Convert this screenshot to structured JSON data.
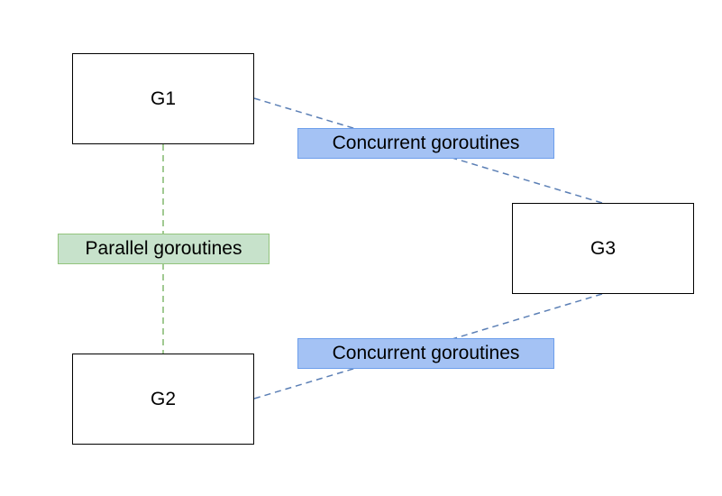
{
  "diagram": {
    "nodes": {
      "g1": "G1",
      "g2": "G2",
      "g3": "G3"
    },
    "edges": {
      "g1_g3": "Concurrent goroutines",
      "g2_g3": "Concurrent goroutines",
      "g1_g2": "Parallel goroutines"
    },
    "colors": {
      "concurrent_line": "#5b7fb5",
      "concurrent_fill": "#a4c2f4",
      "parallel_line": "#82b96e",
      "parallel_fill": "#c7e2cb"
    }
  }
}
